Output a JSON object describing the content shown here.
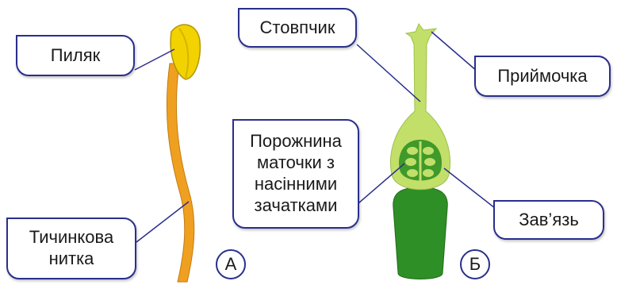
{
  "labels": {
    "anther": "Пиляк",
    "filament_line1": "Тичинкова",
    "filament_line2": "нитка",
    "style": "Стовпчик",
    "stigma": "Приймочка",
    "cavity_line1": "Порожнина",
    "cavity_line2": "маточки з",
    "cavity_line3": "насінними",
    "cavity_line4": "зачатками",
    "ovary": "Зав’язь"
  },
  "markers": {
    "stamen": "А",
    "pistil": "Б"
  },
  "colors": {
    "outline": "#2a2f8c",
    "anther": "#f2d200",
    "filament": "#f0a020",
    "pistil_light": "#c2df6a",
    "pistil_dark": "#2e8f26"
  }
}
